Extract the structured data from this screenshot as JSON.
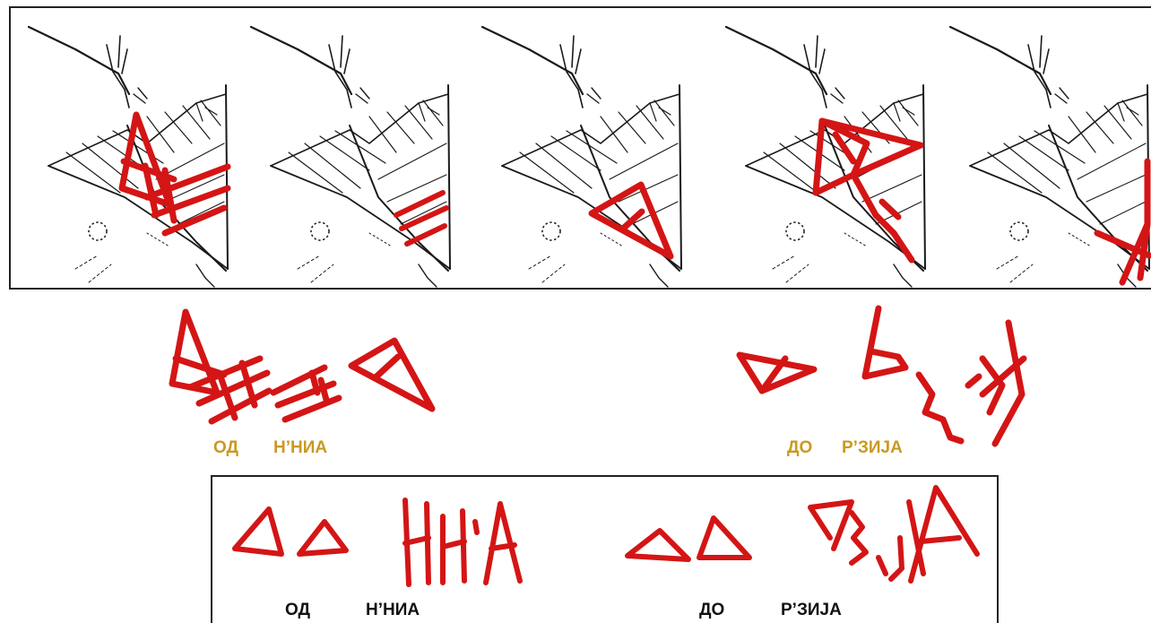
{
  "colors": {
    "ink_red": "#d41515",
    "ink_black": "#1a1a1a",
    "label_gold": "#c99a22",
    "label_black": "#111111",
    "frame": "#222222"
  },
  "top_strip": {
    "panel_count": 5
  },
  "middle_labels": {
    "left_word_1": "ОД",
    "left_word_2": "Н’НИА",
    "right_word_1": "ДО",
    "right_word_2": "Р’ЗИЈА"
  },
  "bottom_box": {
    "left_word_1": "ОД",
    "left_word_2": "Н’НИА",
    "right_word_1": "ДО",
    "right_word_2": "Р’ЗИЈА"
  }
}
